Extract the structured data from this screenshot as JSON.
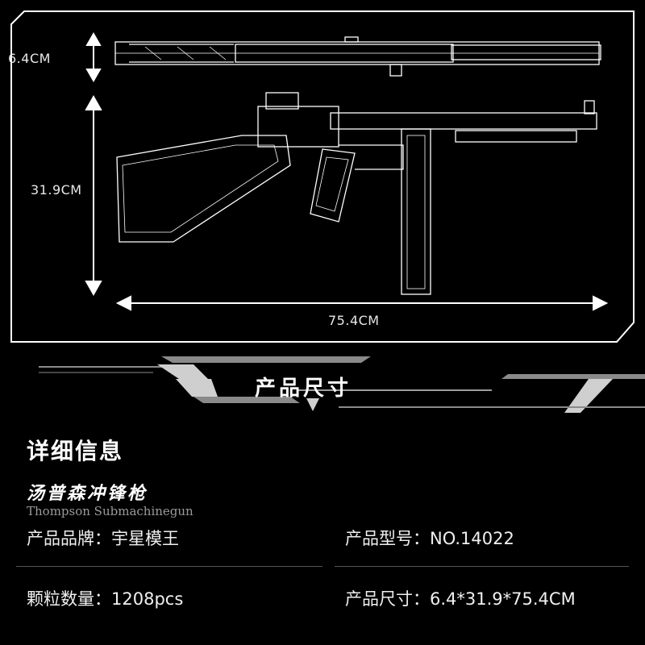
{
  "dimensions": {
    "height_label": "6.4CM",
    "vertical_label": "31.9CM",
    "length_label": "75.4CM"
  },
  "section_title": "产品尺寸",
  "details": {
    "heading": "详细信息",
    "product_name_cn": "汤普森冲锋枪",
    "product_name_en": "Thompson Submachinegun"
  },
  "specs": {
    "brand": "产品品牌：宇星模王",
    "model": "产品型号：NO.14022",
    "pieces": "颗粒数量：1208pcs",
    "size": "产品尺寸：6.4*31.9*75.4CM"
  },
  "colors": {
    "background": "#000000",
    "line": "#ffffff",
    "accent_gray": "#8a8a8a"
  }
}
